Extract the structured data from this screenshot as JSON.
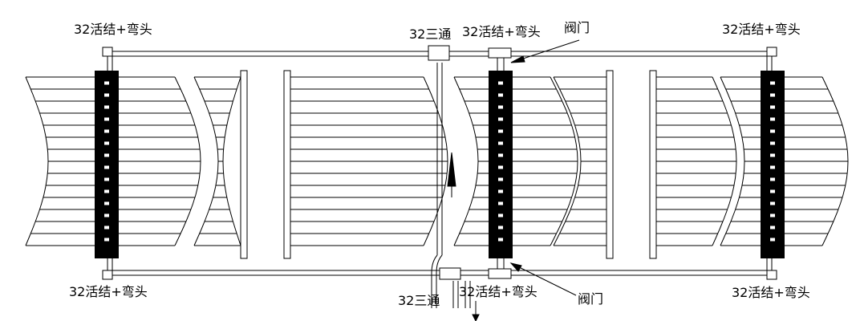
{
  "labels": {
    "union_elbow_top_left": "32活结+弯头",
    "tee_top": "32三通",
    "union_elbow_top_mid": "32活结+弯头",
    "valve_top": "阀门",
    "union_elbow_top_right": "32活结+弯头",
    "union_elbow_bottom_left": "32活结+弯头",
    "tee_bottom": "32三通",
    "union_elbow_bottom_mid": "32活结+弯头",
    "valve_bottom": "阀门",
    "union_elbow_bottom_right": "32活结+弯头"
  },
  "colors": {
    "line": "#000000",
    "manifold": "#000000",
    "background": "#ffffff"
  }
}
